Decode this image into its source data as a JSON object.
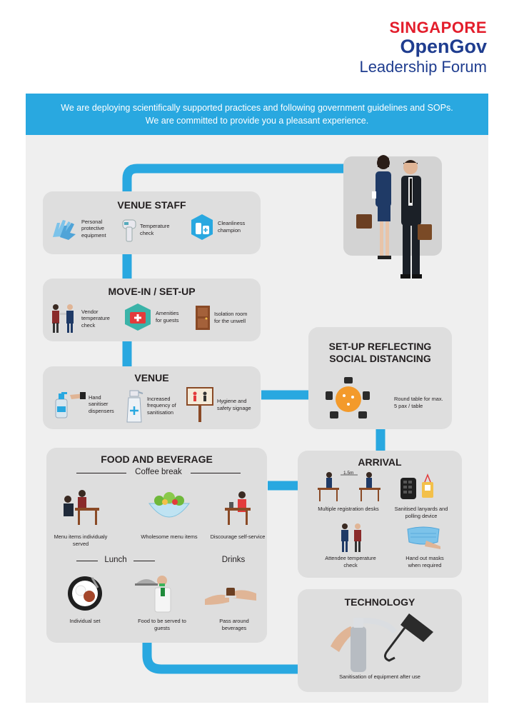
{
  "logo": {
    "line1": "SINGAPORE",
    "line2": "OpenGov",
    "line3": "Leadership Forum"
  },
  "banner": {
    "line1": "We are deploying scientifically supported practices and following government guidelines and SOPs.",
    "line2": "We are committed to provide you a pleasant experience."
  },
  "venue_staff": {
    "title": "VENUE STAFF",
    "items": [
      "Personal protective equipment",
      "Temperature check",
      "Cleanliness champion"
    ]
  },
  "move_in": {
    "title": "MOVE-IN / SET-UP",
    "items": [
      "Vendor temperature check",
      "Amenities for guests",
      "Isolation room for the unwell"
    ]
  },
  "venue": {
    "title": "VENUE",
    "items": [
      "Hand sanitiser dispensers",
      "Increased frequency of sanitisation",
      "Hygiene and safety signage"
    ]
  },
  "setup": {
    "title_line1": "SET-UP REFLECTING",
    "title_line2": "SOCIAL DISTANCING",
    "item": "Round table for max. 5 pax / table"
  },
  "food": {
    "title": "FOOD AND BEVERAGE",
    "coffee_break": "Coffee break",
    "coffee_items": [
      "Menu items individualy served",
      "Wholesome menu items",
      "Discourage self-service"
    ],
    "lunch": "Lunch",
    "drinks": "Drinks",
    "lunch_items": [
      "Individual set",
      "Food to be served to guests",
      "Pass around beverages"
    ]
  },
  "arrival": {
    "title": "ARRIVAL",
    "distance": "1.5m",
    "items": [
      "Multiple registration desks",
      "Sanitised lanyards and polling device",
      "Attendee temperature check",
      "Hand out masks when required"
    ]
  },
  "technology": {
    "title": "TECHNOLOGY",
    "item": "Sanitisation of equipment after use"
  },
  "colors": {
    "accent": "#29a8e0",
    "red": "#e31d2b",
    "navy": "#1f3d8f",
    "card": "#dedede"
  }
}
